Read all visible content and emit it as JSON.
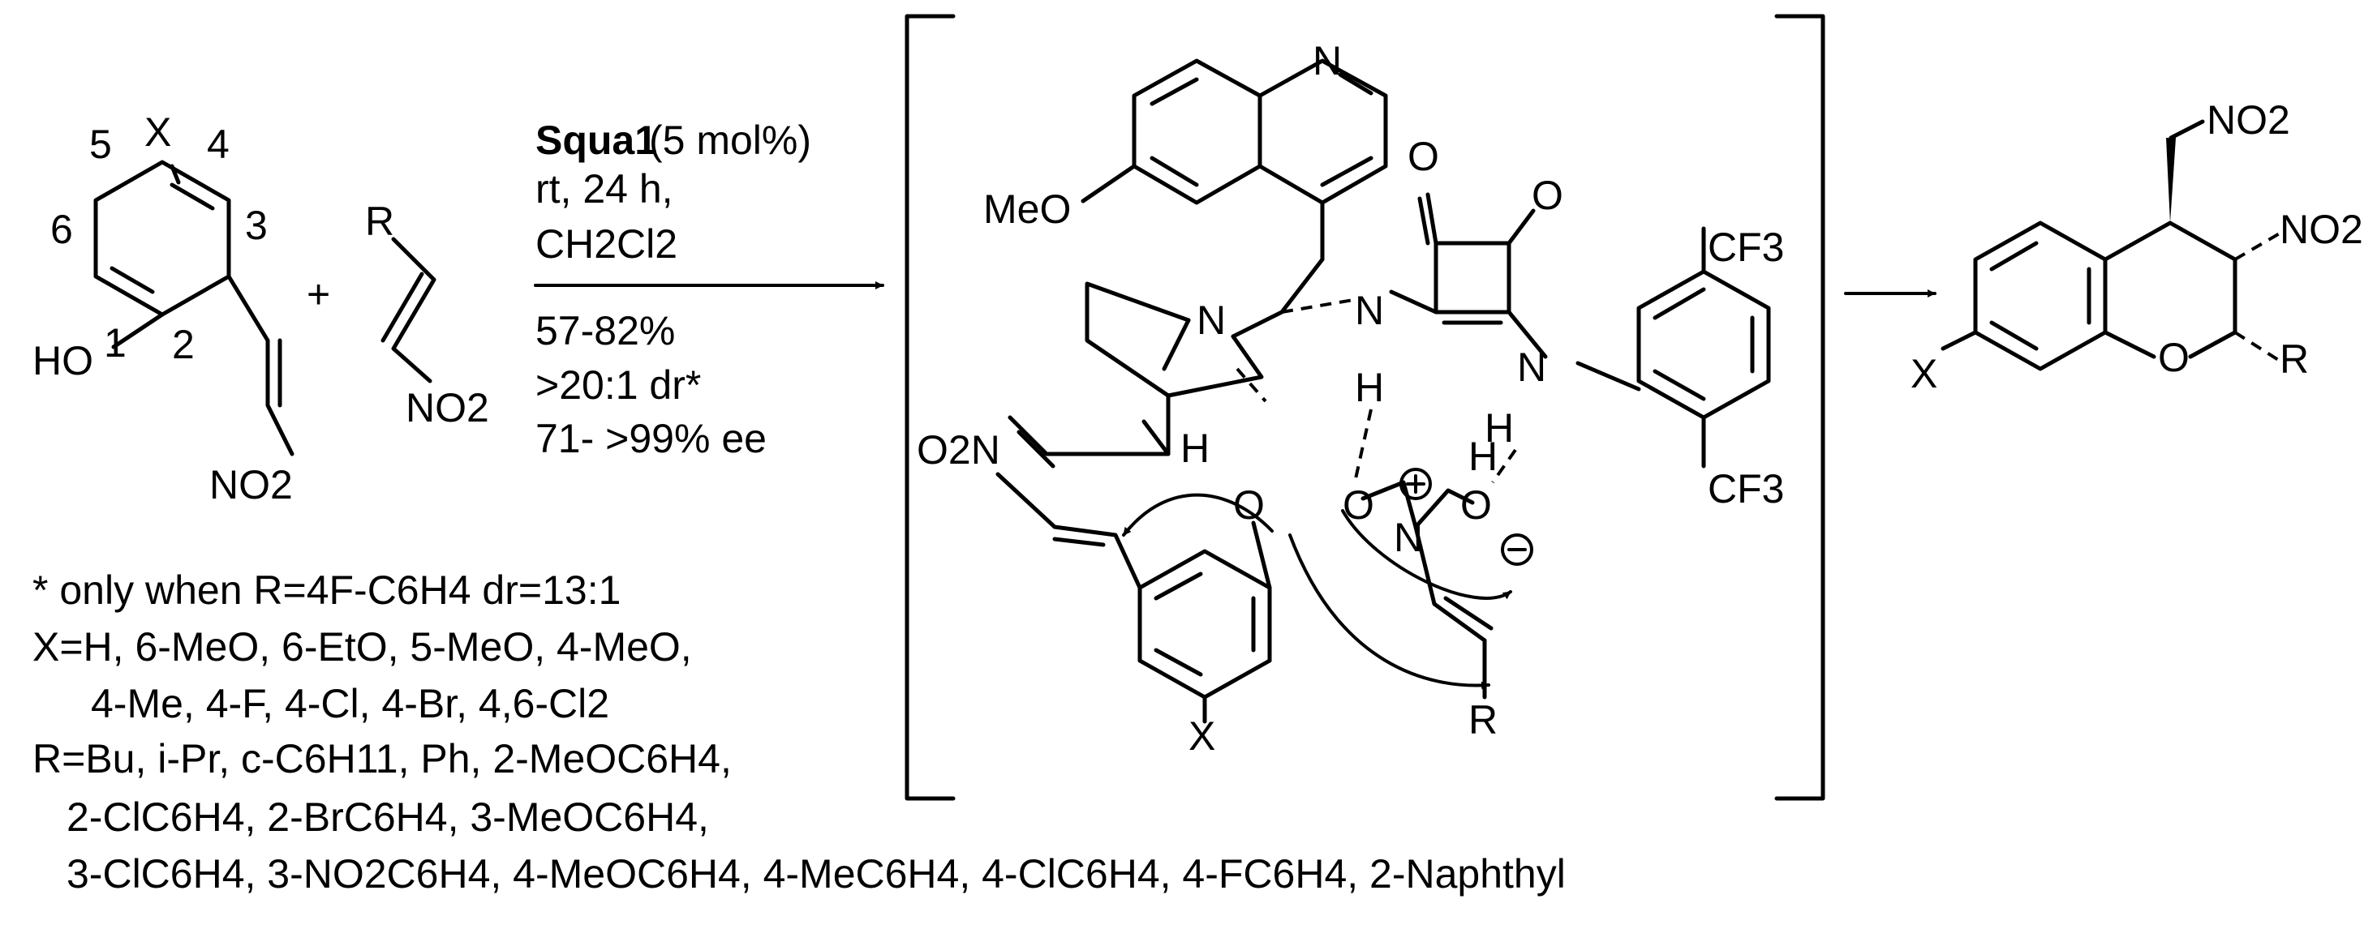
{
  "scheme": {
    "conditions": {
      "catalyst_name": "Squa1",
      "catalyst_loading": "(5 mol%)",
      "time_temp": "rt, 24 h,",
      "solvent": "CH2Cl2",
      "yield": "57-82%",
      "dr": ">20:1 dr*",
      "ee": "71- >99% ee"
    },
    "substrate1": {
      "positions": [
        "5",
        "X",
        "4",
        "6",
        "3",
        "1",
        "2"
      ],
      "groups": [
        "HO",
        "NO2"
      ]
    },
    "plus": "+",
    "substrate2": {
      "groups": [
        "R",
        "NO2"
      ]
    },
    "transition_state": {
      "atoms": [
        "N",
        "MeO",
        "O",
        "O",
        "CF3",
        "CF3",
        "N",
        "N",
        "H",
        "N",
        "H",
        "H",
        "O",
        "O",
        "N",
        "O",
        "H",
        "O2N",
        "X",
        "R",
        "+",
        "−"
      ]
    },
    "product": {
      "groups": [
        "NO2",
        "NO2",
        "X",
        "O",
        "R"
      ]
    },
    "notes": [
      "* only when R=4F-C6H4 dr=13:1",
      "X=H, 6-MeO, 6-EtO, 5-MeO, 4-MeO,",
      "4-Me, 4-F, 4-Cl, 4-Br, 4,6-Cl2",
      "R=Bu, i-Pr, c-C6H11, Ph, 2-MeOC6H4,",
      "2-ClC6H4, 2-BrC6H4, 3-MeOC6H4,",
      "3-ClC6H4, 3-NO2C6H4, 4-MeOC6H4, 4-MeC6H4, 4-ClC6H4, 4-FC6H4, 2-Naphthyl"
    ]
  }
}
